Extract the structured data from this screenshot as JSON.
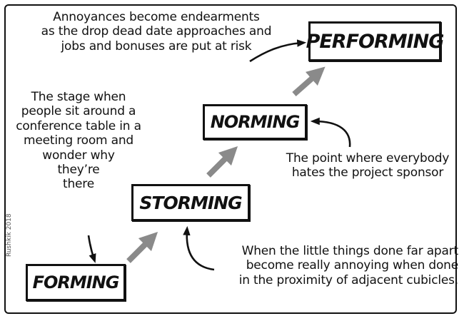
{
  "stages": {
    "forming": "FORMING",
    "storming": "STORMING",
    "norming": "NORMING",
    "performing": "PERFORMING"
  },
  "notes": {
    "performing": "Annoyances become endearments\nas the drop dead date approaches and\njobs and bonuses are put at risk",
    "forming": "The stage when\npeople sit around a\nconference table in a\nmeeting room and\nwonder why\nthey’re\nthere",
    "norming": "The point where everybody\nhates the project sponsor",
    "storming": "When the little things done far apart\nbecome really annoying when done\nin the proximity of adjacent cubicles."
  },
  "signature": "Rushkik 2018",
  "colors": {
    "outline": "#111111",
    "progress_arrow": "#8a8a8a",
    "background": "#ffffff"
  }
}
